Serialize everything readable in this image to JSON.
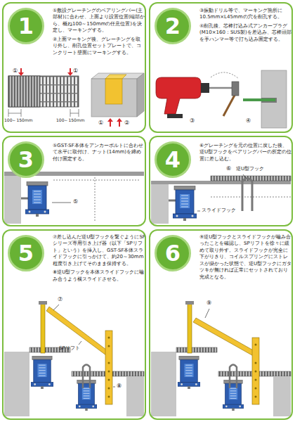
{
  "diagram": {
    "nodes": [
      {
        "text": [
          "①敷設グレーチングのベアリングバー(主部材)に合わせ、上面より設置位置(端部から、概ね100～150mmの任意位置)を決定し、マーキングする。",
          "②上面マーキング後、グレーチングを取り外し、削孔位置セットプレートで、コンクリート壁面にマーキングする。"
        ]
      },
      {
        "text": [
          "1"
        ],
        "in": 0
      },
      {
        "text": [
          "③振動ドリル等で、マーキング箇所に10.5mm×L45mmの穴を削孔する。",
          "④削孔後、芯棒打込み式アンカープラグ(M10×160：SUS製)を差込み、芯棒頭部を手ハンマー等で打ち込み固定する。"
        ]
      },
      {
        "text": [
          "2"
        ],
        "in": 2
      },
      {
        "text": [
          "⑤GST-SF本体をアンカーボルトに合わせて水平に取付け、ナット(14mm)を締め付け固定する。"
        ]
      },
      {
        "text": [
          "3"
        ],
        "in": 4
      },
      {
        "text": [
          "⑥グレーチングを元の位置に戻した後、逆U型フックをベアリングバーの所定の位置に差し込む。"
        ]
      },
      {
        "text": [
          "4"
        ],
        "in": 6
      },
      {
        "text": [
          "⑦差し込んだ逆U型フックを繋ぐようにSFシリーズ専用引き上げ器（以下「SPリフト」という）を挿入し、GST-SF本体スライドフックに引っかけて、約20～30mm程度引き上げてそのまま保持する。",
          "⑧逆U型フックを本体スライドフックに噛み合うよう横スライドさせる。"
        ]
      },
      {
        "text": [
          "5"
        ],
        "in": 8
      },
      {
        "text": [
          "⑨逆U型フックとスライドフックが噛み合ったことを確認し、SPリフトを徐々に緩めて取り外す。スライドフックが完全に下がりきり、コイルスプリングにストレスが掛かった状態で、逆U型フックにガタツキが無ければ正常にセットされており完成となる。"
        ]
      },
      {
        "text": [
          "6"
        ],
        "in": 10
      }
    ],
    "labels": [
      "①",
      "①",
      "①",
      "②",
      "100～150mm",
      "100～150mm",
      "③",
      "④",
      "⑤",
      "⑥",
      "逆U型フック",
      "スライドフック",
      "⑦",
      "SPリフト",
      "⑧",
      "⑨"
    ]
  }
}
